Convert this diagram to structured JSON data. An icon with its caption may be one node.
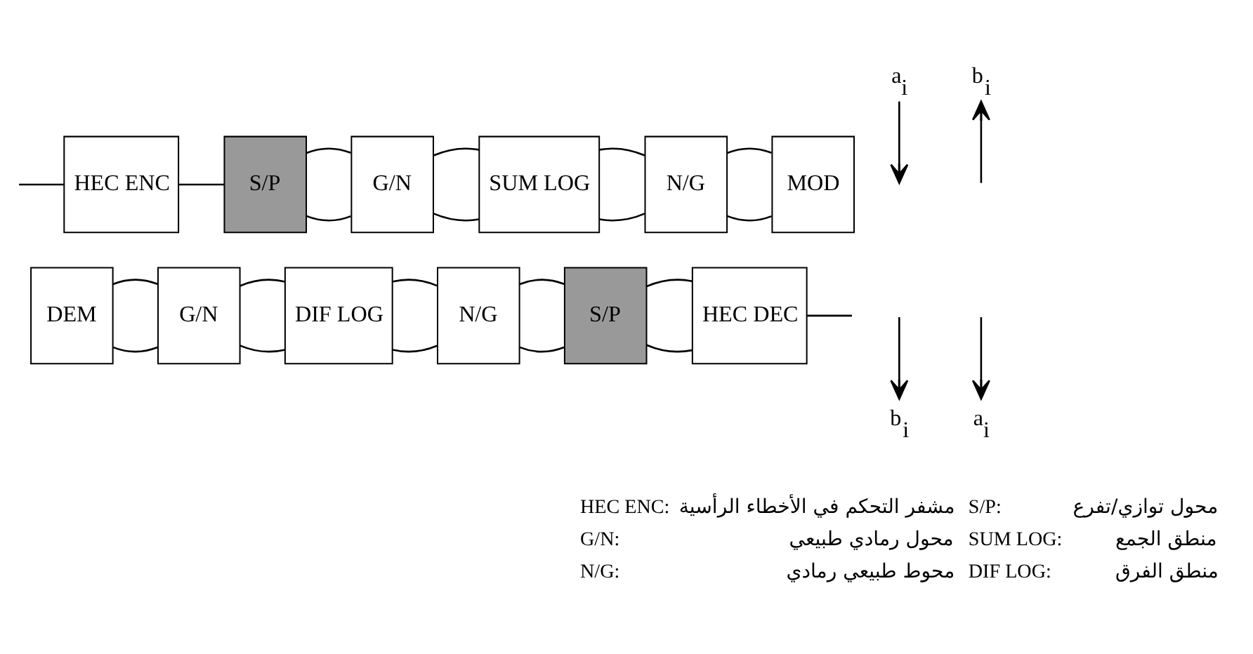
{
  "diagram": {
    "nodes": [
      {
        "text": [
          "HEC ENC"
        ]
      },
      {
        "text": [
          "S/P"
        ]
      },
      {
        "text": [
          "G/N"
        ]
      },
      {
        "text": [
          "SUM LOG"
        ]
      },
      {
        "text": [
          "N/G"
        ]
      },
      {
        "text": [
          "MOD"
        ]
      },
      {
        "text": [
          "DEM"
        ]
      },
      {
        "text": [
          "G/N"
        ]
      },
      {
        "text": [
          "DIF LOG"
        ]
      },
      {
        "text": [
          "N/G"
        ]
      },
      {
        "text": [
          "S/P"
        ]
      },
      {
        "text": [
          "HEC DEC"
        ]
      },
      {
        "text": [
          "a$_{i}$"
        ]
      },
      {
        "text": [
          "b$_{i}$"
        ]
      },
      {
        "text": [
          "b$_{i}$"
        ]
      },
      {
        "text": [
          "a$_{i}$"
        ]
      }
    ],
    "edges": [
      {
        "from": null,
        "to": 0,
        "arrow": "none"
      },
      {
        "from": 0,
        "to": 1,
        "arrow": "none"
      },
      {
        "from": 1,
        "to": 2,
        "arrow": "none"
      },
      {
        "from": 1,
        "to": 2,
        "arrow": "none"
      },
      {
        "from": 2,
        "to": 3,
        "arrow": "none"
      },
      {
        "from": 2,
        "to": 3,
        "arrow": "none"
      },
      {
        "from": 3,
        "to": 4,
        "arrow": "none"
      },
      {
        "from": 3,
        "to": 4,
        "arrow": "none"
      },
      {
        "from": 4,
        "to": 5,
        "arrow": "none"
      },
      {
        "from": 4,
        "to": 5,
        "arrow": "none"
      },
      {
        "from": 6,
        "to": 7,
        "arrow": "none"
      },
      {
        "from": 6,
        "to": 7,
        "arrow": "none"
      },
      {
        "from": 7,
        "to": 8,
        "arrow": "none"
      },
      {
        "from": 7,
        "to": 8,
        "arrow": "none"
      },
      {
        "from": 8,
        "to": 9,
        "arrow": "none"
      },
      {
        "from": 8,
        "to": 9,
        "arrow": "none"
      },
      {
        "from": 9,
        "to": 10,
        "arrow": "none"
      },
      {
        "from": 9,
        "to": 10,
        "arrow": "none"
      },
      {
        "from": 10,
        "to": 11,
        "arrow": "none"
      },
      {
        "from": 10,
        "to": 11,
        "arrow": "none"
      },
      {
        "from": 11,
        "to": null,
        "arrow": "none"
      },
      {
        "from": 12,
        "to": null,
        "arrow": "to"
      },
      {
        "from": null,
        "to": 13,
        "arrow": "to"
      },
      {
        "from": null,
        "to": 14,
        "arrow": "to"
      },
      {
        "from": null,
        "to": 15,
        "arrow": "to"
      }
    ],
    "labels": [
      "HEC ENC:",
      "مشفر التحكم في الأخطاء الرأسية",
      "S/P:",
      "محول توازي/تفرع",
      "G/N:",
      "محول رمادي طبيعي",
      "SUM LOG:",
      "منطق الجمع",
      "N/G:",
      "محوط طبيعي رمادي",
      "DIF LOG:",
      "منطق الفرق"
    ]
  }
}
